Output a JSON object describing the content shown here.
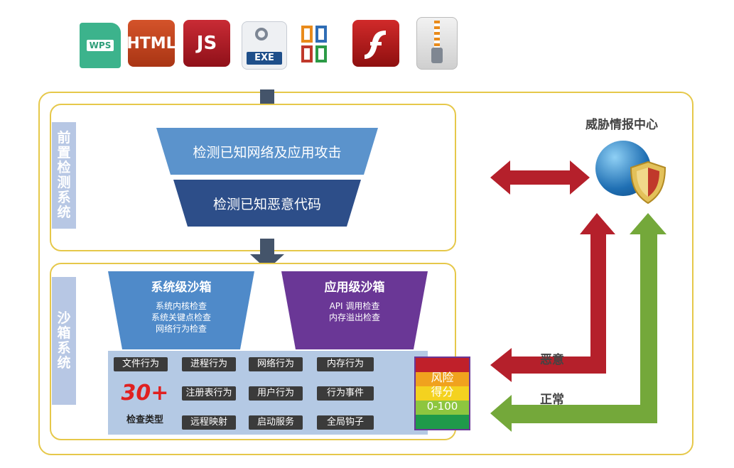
{
  "icons": [
    {
      "name": "wps-file-icon",
      "label": "WPS"
    },
    {
      "name": "html-file-icon",
      "label": "HTML"
    },
    {
      "name": "js-file-icon",
      "label": "JS"
    },
    {
      "name": "exe-file-icon",
      "label": "EXE"
    },
    {
      "name": "office-file-icon",
      "label": ""
    },
    {
      "name": "flash-file-icon",
      "label": ""
    },
    {
      "name": "zip-file-icon",
      "label": ""
    }
  ],
  "pre_check": {
    "label": "前置检测系统",
    "stage1": "检测已知网络及应用攻击",
    "stage2": "检测已知恶意代码"
  },
  "sandbox": {
    "label": "沙箱系统",
    "system": {
      "title": "系统级沙箱",
      "items": [
        "系统内核检查",
        "系统关键点检查",
        "网络行为检查"
      ]
    },
    "app": {
      "title": "应用级沙箱",
      "items": [
        "API 调用检查",
        "内存溢出检查"
      ]
    },
    "behaviors": [
      "文件行为",
      "进程行为",
      "网络行为",
      "内存行为",
      "注册表行为",
      "用户行为",
      "行为事件",
      "远程映射",
      "启动服务",
      "全局钩子"
    ],
    "count": "30+",
    "count_label": "检查类型",
    "risk": {
      "line1": "风险",
      "line2": "得分",
      "line3": "0-100"
    }
  },
  "intel": {
    "title": "威胁情报中心",
    "malicious": "恶意",
    "normal": "正常"
  },
  "colors": {
    "gold": "#e6c84a",
    "red": "#b5202b",
    "green": "#74a83a",
    "navy": "#44546a"
  }
}
